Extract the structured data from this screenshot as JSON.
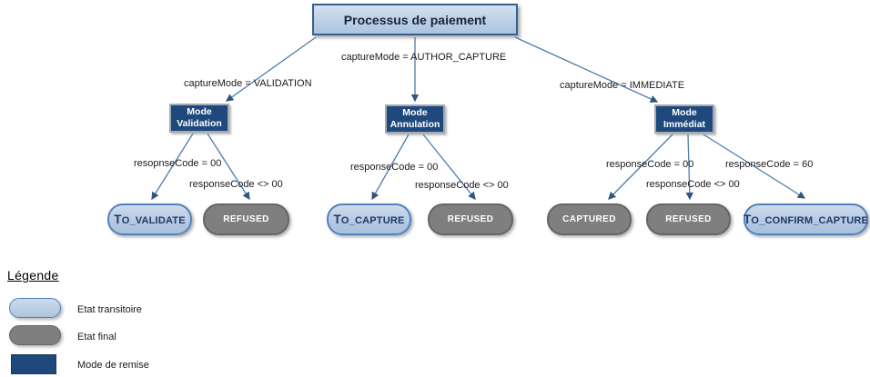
{
  "colors": {
    "transitory_fill": "#bccfe6",
    "transitory_border": "#4f81bd",
    "final_fill": "#7f7f7f",
    "mode_fill": "#1f497d",
    "root_border": "#365f91",
    "connector": "#4f7cae",
    "arrowhead": "#2f5580"
  },
  "diagram": {
    "root_label": "Processus de paiement",
    "branch_labels": {
      "validation": "captureMode = VALIDATION",
      "author_capture": "captureMode = AUTHOR_CAPTURE",
      "immediate": "captureMode = IMMEDIATE"
    },
    "modes": [
      {
        "line1": "Mode",
        "line2": "Validation"
      },
      {
        "line1": "Mode",
        "line2": "Annulation"
      },
      {
        "line1": "Mode",
        "line2": "Immédiat"
      }
    ],
    "response_labels": {
      "left_ok": "resopnseCode = 00",
      "left_ko": "responseCode <> 00",
      "mid_ok": "responseCode = 00",
      "mid_ko": "responseCode <> 00",
      "right_ok": "responseCode = 00",
      "right_ko": "responseCode <> 00",
      "right_60": "responseCode = 60"
    },
    "states": [
      {
        "label": "TO_VALIDATE",
        "type": "transitory"
      },
      {
        "label": "REFUSED",
        "type": "final"
      },
      {
        "label": "TO_CAPTURE",
        "type": "transitory"
      },
      {
        "label": "REFUSED",
        "type": "final"
      },
      {
        "label": "CAPTURED",
        "type": "final"
      },
      {
        "label": "REFUSED",
        "type": "final"
      },
      {
        "label": "TO_CONFIRM_CAPTURE",
        "type": "transitory"
      }
    ]
  },
  "legend": {
    "title": "Légende",
    "items": [
      {
        "label": "Etat transitoire"
      },
      {
        "label": "Etat final"
      },
      {
        "label": "Mode de remise"
      }
    ]
  }
}
